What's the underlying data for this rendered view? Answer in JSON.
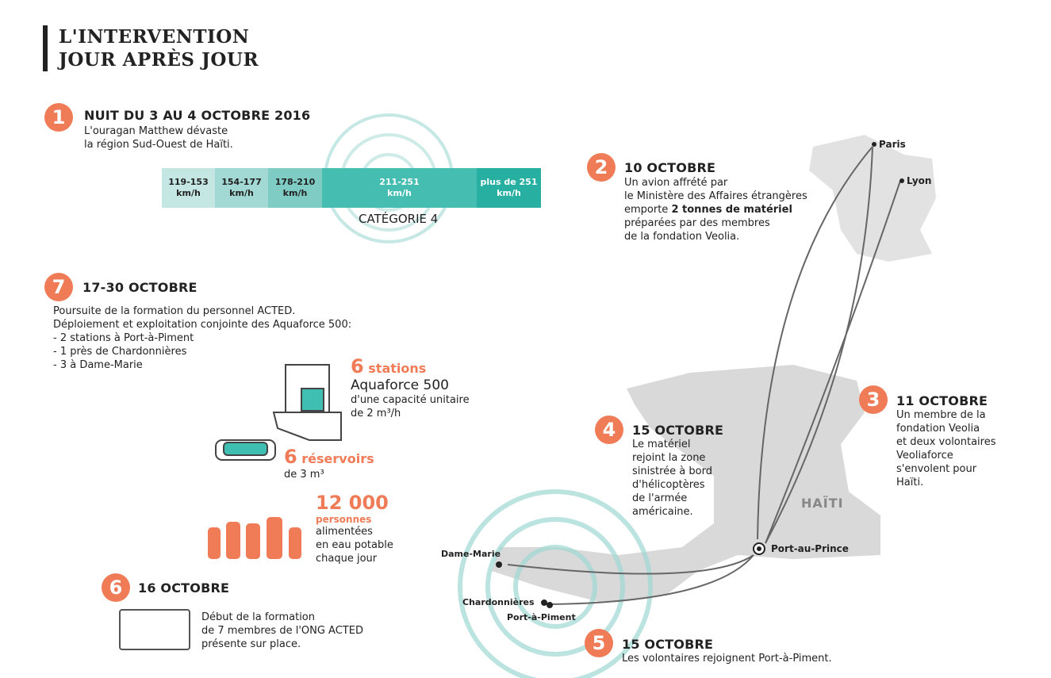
{
  "title": {
    "line1": "L'INTERVENTION",
    "line2": "JOUR APRÈS JOUR"
  },
  "steps": [
    {
      "num": "1",
      "heading": "NUIT DU 3 AU 4 OCTOBRE 2016",
      "lines": [
        "L'ouragan Matthew dévaste",
        "la région Sud-Ouest de Haïti."
      ]
    },
    {
      "num": "2",
      "heading": "10 OCTOBRE",
      "lines": [
        "Un avion affrété par",
        "le Ministère des Affaires étrangères",
        "emporte ",
        "2 tonnes de matériel",
        "préparées par des membres",
        "de la fondation Veolia."
      ]
    },
    {
      "num": "3",
      "heading": "11 OCTOBRE",
      "lines": [
        "Un membre de la",
        "fondation Veolia",
        "et deux volontaires",
        "Veoliaforce",
        "s'envolent pour",
        "Haïti."
      ]
    },
    {
      "num": "4",
      "heading": "15 OCTOBRE",
      "lines": [
        "Le matériel",
        "rejoint la zone",
        "sinistrée à bord",
        "d'hélicoptères",
        "de l'armée",
        "américaine."
      ]
    },
    {
      "num": "5",
      "heading": "15 OCTOBRE",
      "lines": [
        "Les volontaires rejoignent Port-à-Piment."
      ]
    },
    {
      "num": "6",
      "heading": "16 OCTOBRE",
      "lines": [
        "Début de la formation",
        "de 7 membres de l'ONG ACTED",
        "présente sur place."
      ]
    },
    {
      "num": "7",
      "heading": "17-30 OCTOBRE",
      "lines": [
        "Poursuite de la formation du personnel ACTED.",
        "Déploiement et exploitation conjointe des Aquaforce 500:",
        "- 2 stations à Port-à-Piment",
        "- 1 près de Chardonnières",
        "- 3 à Dame-Marie"
      ]
    }
  ],
  "scale": {
    "segments": [
      {
        "range": "119-153",
        "unit": "km/h",
        "color": "#c5e7e4"
      },
      {
        "range": "154-177",
        "unit": "km/h",
        "color": "#a2d9d4"
      },
      {
        "range": "178-210",
        "unit": "km/h",
        "color": "#7fccc5"
      },
      {
        "range": "211-251",
        "unit": "km/h",
        "color": "#45bdb1"
      },
      {
        "range": "plus de 251",
        "unit": "km/h",
        "color": "#27afa2"
      }
    ],
    "category": "CATÉGORIE 4"
  },
  "stats": {
    "stations_num": "6",
    "stations_label": "stations",
    "stations_model": "Aquaforce 500",
    "stations_cap1": "d'une capacité unitaire",
    "stations_cap2": "de 2 m³/h",
    "res_num": "6",
    "res_label": "réservoirs",
    "res_cap": "de 3 m³",
    "people_num": "12 000",
    "people_label": "personnes",
    "people_l1": "alimentées",
    "people_l2": "en eau potable",
    "people_l3": "chaque jour"
  },
  "places": {
    "paris": "Paris",
    "lyon": "Lyon",
    "haiti": "HAÏTI",
    "pap": "Port-au-Prince",
    "dame": "Dame-Marie",
    "chard": "Chardonnières",
    "piment": "Port-à-Piment"
  },
  "colors": {
    "accent": "#ef7b57",
    "teal": "#3ebfb2",
    "map": "#d9d9d9"
  }
}
